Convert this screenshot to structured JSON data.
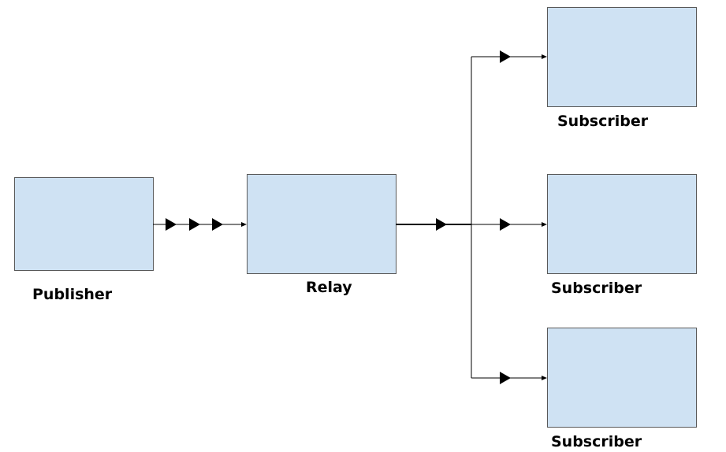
{
  "diagram": {
    "nodes": {
      "publisher": {
        "label": "Publisher"
      },
      "relay": {
        "label": "Relay"
      },
      "subscriber_top": {
        "label": "Subscriber"
      },
      "subscriber_middle": {
        "label": "Subscriber"
      },
      "subscriber_bottom": {
        "label": "Subscriber"
      }
    },
    "colors": {
      "box_fill": "#cfe2f3",
      "box_stroke": "#595959",
      "connector": "#000000"
    }
  }
}
